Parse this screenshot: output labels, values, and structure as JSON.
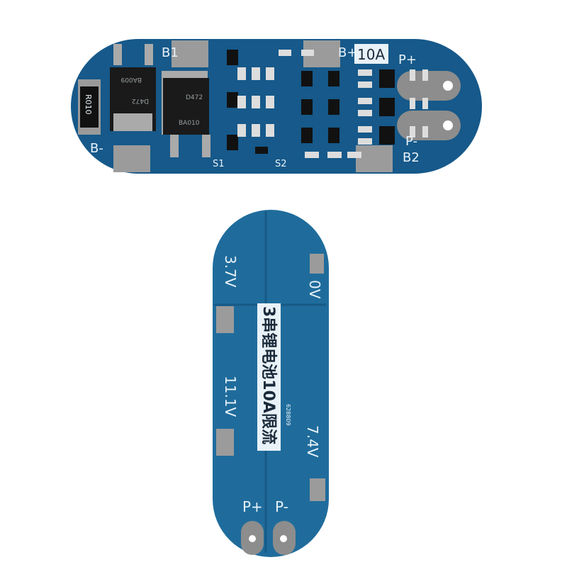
{
  "top_board": {
    "labels": {
      "b1": "B1",
      "b_plus": "B+",
      "current": "10A",
      "p_plus": "P+",
      "b_minus": "B-",
      "s1": "S1",
      "s2": "S2",
      "b2": "B2",
      "p_minus": "P-"
    },
    "resistor_marking": "R010",
    "mosfet_left": [
      "D472",
      "BA009"
    ],
    "mosfet_right": [
      "D472",
      "BA010"
    ]
  },
  "bottom_board": {
    "labels": {
      "v37": "3.7V",
      "v0": "0V",
      "v111": "11.1V",
      "v74": "7.4V",
      "p_plus": "P+",
      "p_minus": "P-"
    },
    "title_label": "3串锂电池10A限流",
    "code": "628809"
  },
  "colors": {
    "pcb_top": "#16598a",
    "pcb_bottom": "#1f6c9c",
    "pad": "#9a9a9a"
  }
}
